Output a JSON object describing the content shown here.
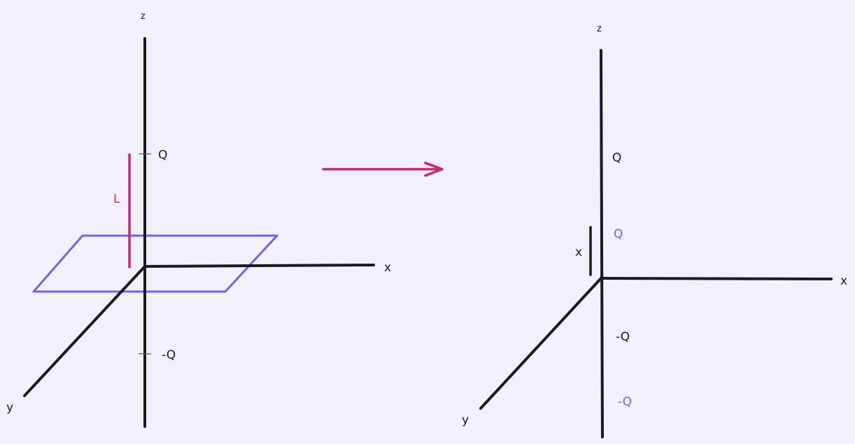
{
  "colors": {
    "background": "#f2f0fc",
    "axis": "#1a1a1a",
    "plane": "#7b5cf0",
    "highlight": "#c72a6b",
    "label_dark": "#1a1a1a",
    "label_purple": "#7b5cf0"
  },
  "left_figure": {
    "axis_z": "z",
    "axis_x": "x",
    "axis_y": "y",
    "charge_top": "Q",
    "charge_bottom": "-Q",
    "length_label": "L"
  },
  "right_figure": {
    "axis_z": "z",
    "axis_x": "x",
    "axis_y": "y",
    "charge_top": "Q",
    "charge_image_top": "Q",
    "charge_bottom": "-Q",
    "charge_image_bottom": "-Q",
    "distance_label": "x"
  }
}
